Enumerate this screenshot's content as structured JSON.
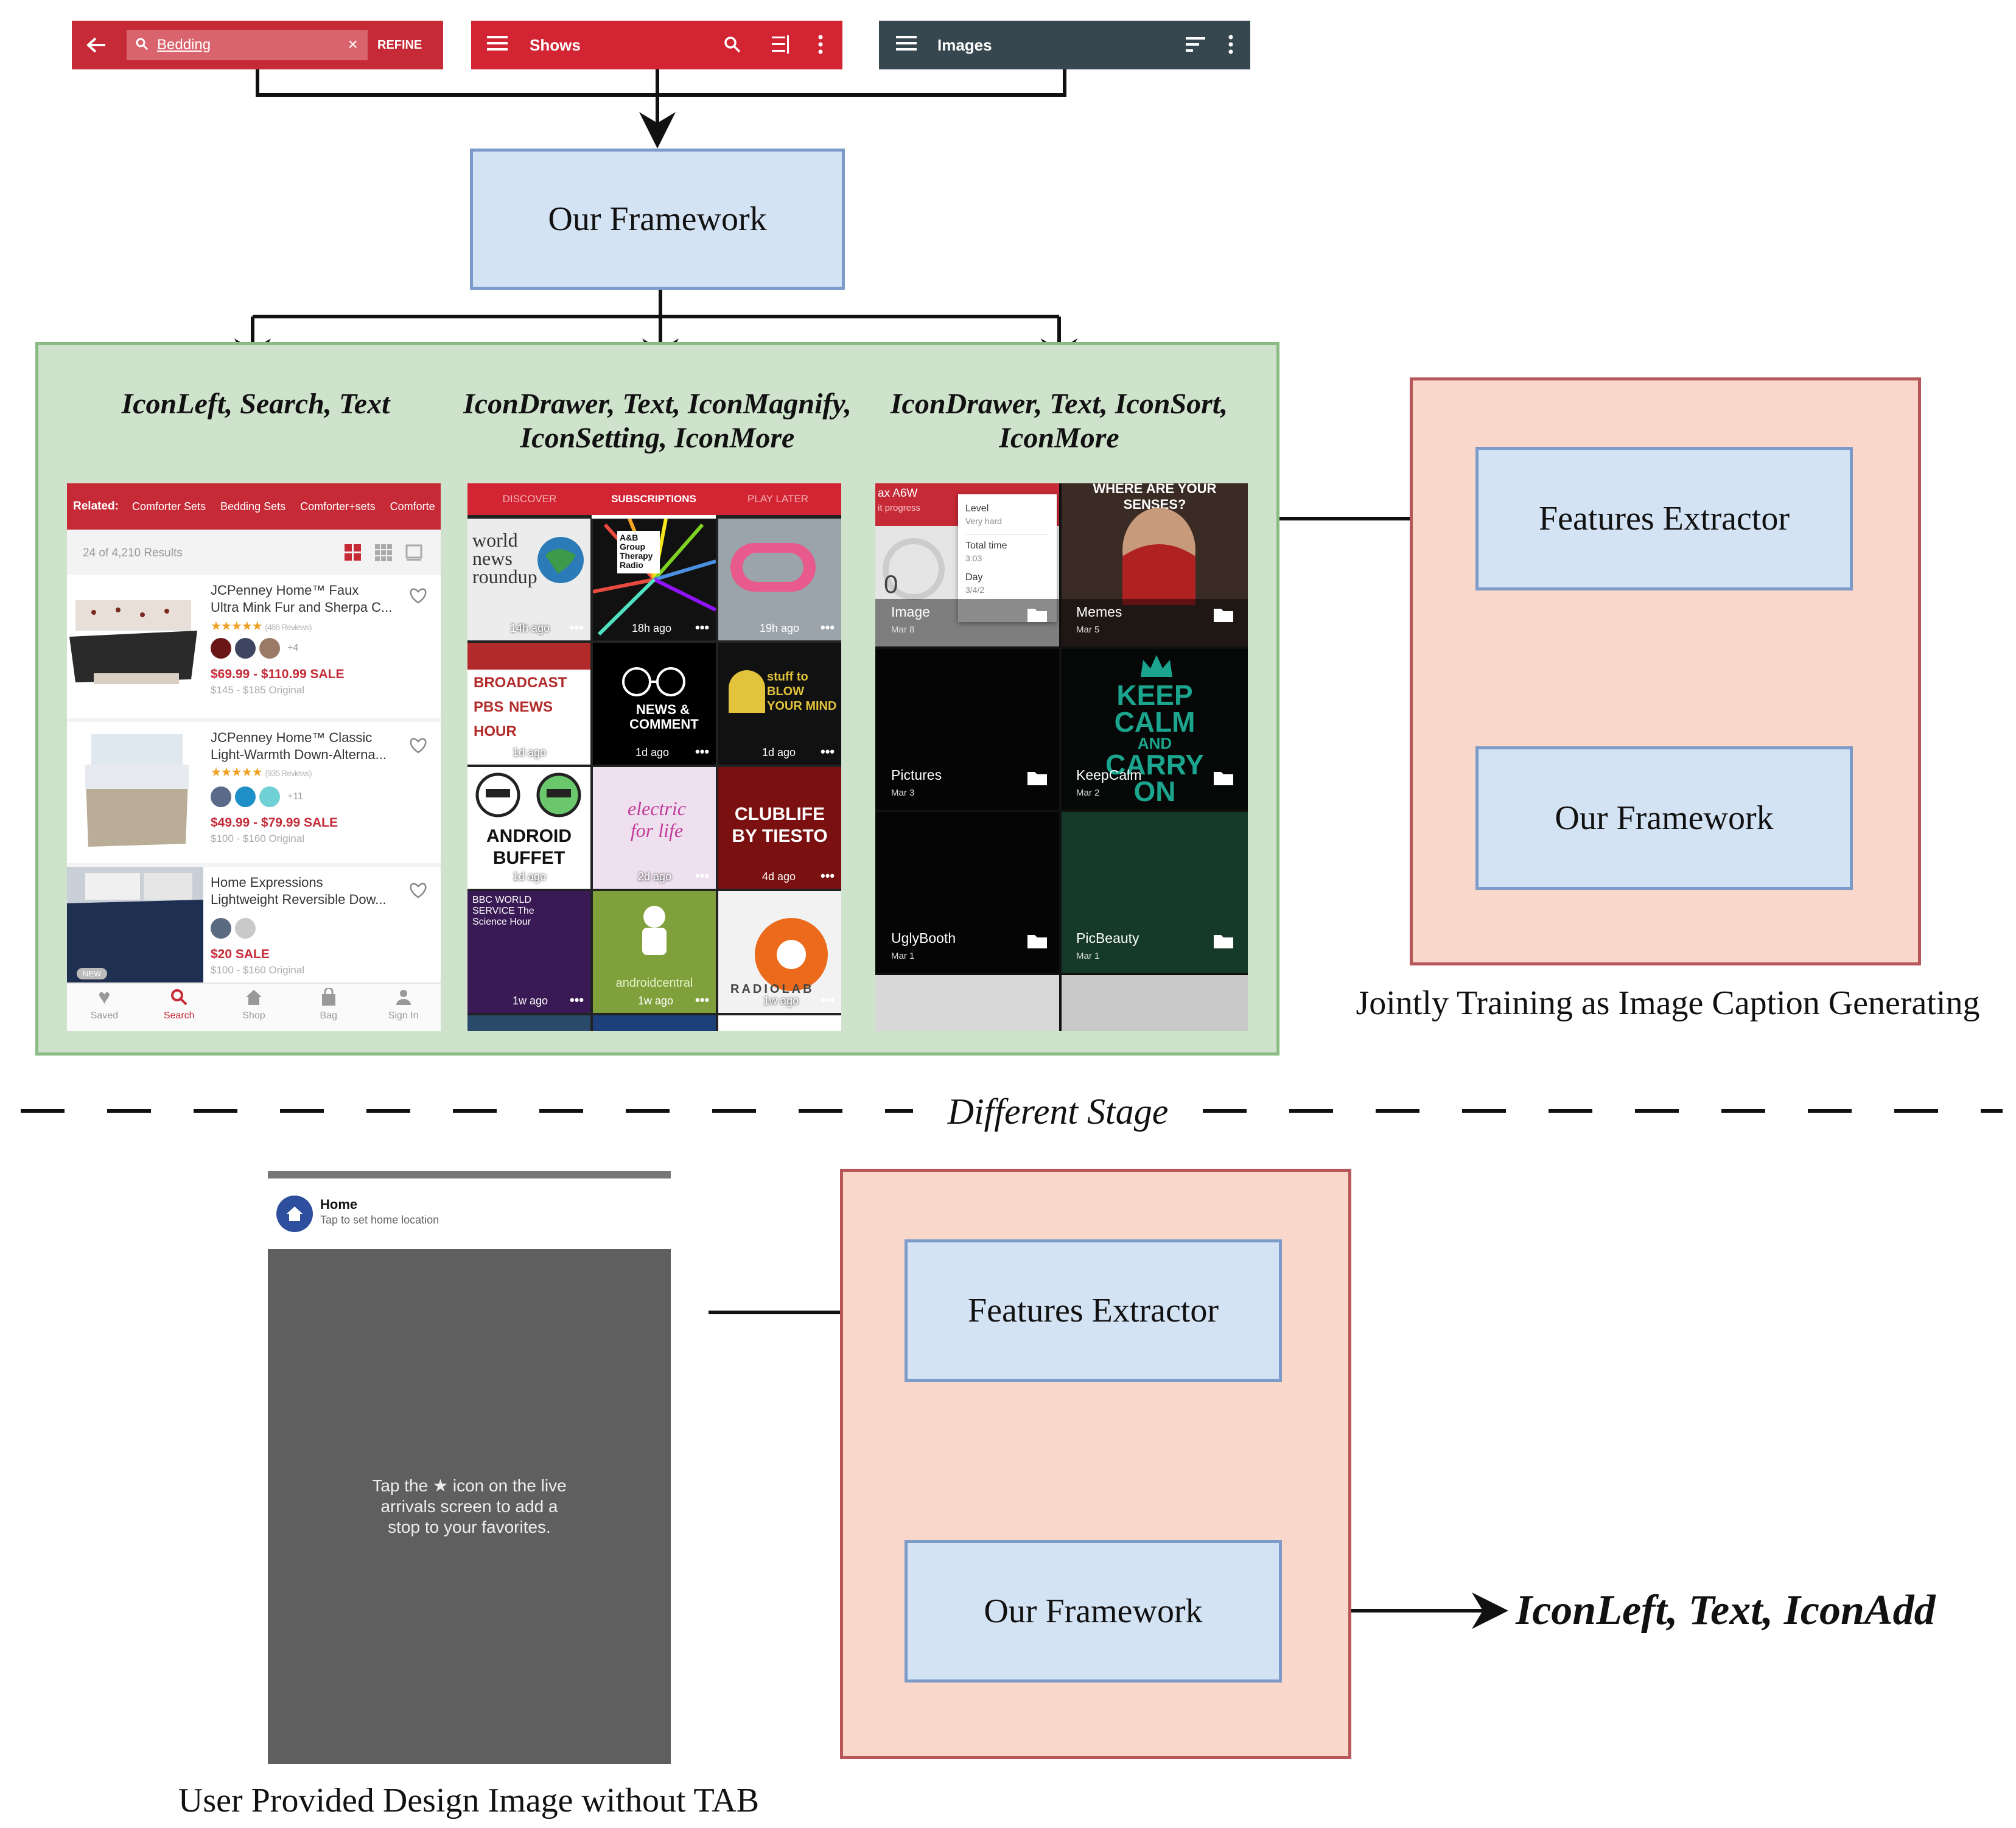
{
  "toolbars": {
    "jcp": {
      "search_value": "Bedding",
      "refine_label": "REFINE",
      "bg": "#c62a37"
    },
    "shows": {
      "title": "Shows",
      "bg": "#d32433"
    },
    "images": {
      "title": "Images",
      "bg": "#37474f"
    }
  },
  "top_framework": {
    "label": "Our Framework"
  },
  "captions": {
    "left": "IconLeft, Search, Text",
    "middle_line1": "IconDrawer, Text, IconMagnify,",
    "middle_line2": "IconSetting, IconMore",
    "right_line1": "IconDrawer, Text, IconSort,",
    "right_line2": "IconMore"
  },
  "shop_screen": {
    "related_label": "Related:",
    "related_items": [
      "Comforter Sets",
      "Bedding Sets",
      "Comforter+sets",
      "Comforte"
    ],
    "results_count": "24 of 4,210 Results",
    "products": [
      {
        "title1": "JCPenney Home™ Faux",
        "title2": "Ultra Mink Fur and Sherpa C...",
        "reviews": "(486 Reviews)",
        "more_colors": "+4",
        "price": "$69.99 - $110.99 SALE",
        "original": "$145 - $185 Original"
      },
      {
        "title1": "JCPenney Home™ Classic",
        "title2": "Light-Warmth Down-Alterna...",
        "reviews": "(935 Reviews)",
        "more_colors": "+11",
        "price": "$49.99 - $79.99 SALE",
        "original": "$100 - $160 Original"
      },
      {
        "title1": "Home Expressions",
        "title2": "Lightweight Reversible Dow...",
        "reviews": "",
        "more_colors": "",
        "price": "$20 SALE",
        "original": "$100 - $160 Original",
        "badge": "NEW"
      }
    ],
    "nav": [
      "Saved",
      "Search",
      "Shop",
      "Bag",
      "Sign In"
    ]
  },
  "podcast_screen": {
    "tabs": [
      "DISCOVER",
      "SUBSCRIPTIONS",
      "PLAY LATER"
    ],
    "tiles": [
      {
        "art": "world news roundup",
        "time": "14h ago"
      },
      {
        "art": "A&B Group Therapy Radio",
        "time": "18h ago"
      },
      {
        "art": "",
        "time": "19h ago"
      },
      {
        "art": "FULL BROADCAST PBS NEWS HOUR",
        "time": "1d ago"
      },
      {
        "art": "NEWS & COMMENT",
        "time": "1d ago"
      },
      {
        "art": "stuff to BLOW YOUR MIND",
        "time": "1d ago"
      },
      {
        "art": "ANDROID BUFFET",
        "time": "1d ago"
      },
      {
        "art": "electric for life",
        "time": "2d ago"
      },
      {
        "art": "CLUBLIFE BY TIESTO",
        "time": "4d ago"
      },
      {
        "art": "BBC WORLD SERVICE The Science Hour",
        "time": "1w ago"
      },
      {
        "art": "androidcentral",
        "time": "1w ago"
      },
      {
        "art": "RADIOLAB",
        "time": "1w ago"
      }
    ]
  },
  "gallery_screen": {
    "popup": {
      "game": "ax A6W",
      "status": "it progress",
      "level_label": "Level",
      "level_value": "Very hard",
      "time_label": "Total time",
      "time_value": "3:03",
      "day_label": "Day",
      "day_value": "3/4/2",
      "percent": "0"
    },
    "banner": "WHERE ARE YOUR SENSES?",
    "folders": [
      {
        "name": "Image",
        "date": "Mar 8"
      },
      {
        "name": "Memes",
        "date": "Mar 5"
      },
      {
        "name": "Pictures",
        "date": "Mar 3"
      },
      {
        "name": "KeepCalm",
        "date": "Mar 2"
      },
      {
        "name": "UglyBooth",
        "date": "Mar 1"
      },
      {
        "name": "PicBeauty",
        "date": "Mar 1"
      }
    ],
    "keepcalm_text": [
      "KEEP",
      "CALM",
      "AND",
      "CARRY",
      "ON"
    ]
  },
  "training_box": {
    "extractor": "Features Extractor",
    "framework": "Our Framework",
    "caption": "Jointly Training as Image Caption Generating"
  },
  "divider": {
    "label": "Different Stage"
  },
  "design_screen": {
    "header_title": "Home",
    "header_sub": "Tap to set home location",
    "body_line1": "Tap the ★ icon on the live",
    "body_line2": "arrivals screen to add a",
    "body_line3": "stop to your favorites.",
    "caption": "User Provided Design Image without TAB"
  },
  "inference_box": {
    "extractor": "Features Extractor",
    "framework": "Our Framework"
  },
  "output": {
    "label": "IconLeft, Text, IconAdd"
  },
  "colors": {
    "blue_fill": "#d4e3f4",
    "blue_border": "#7d9bc9",
    "red_fill": "#f9d7cb",
    "red_border": "#b8575a",
    "green_fill": "#cfe3cc",
    "green_border": "#8bbb84",
    "accent_red": "#d32433"
  }
}
